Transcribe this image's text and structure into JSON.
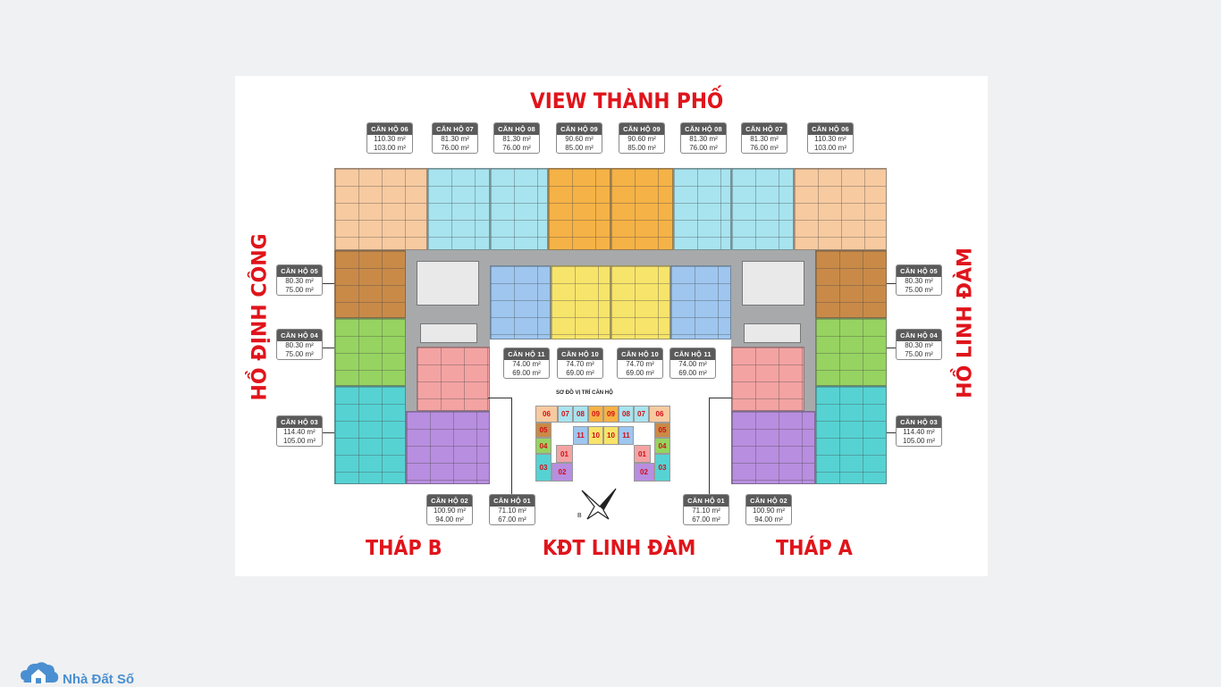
{
  "titles": {
    "top": "VIEW THÀNH PHỐ",
    "left": "HỒ ĐỊNH CÔNG",
    "right": "HỒ LINH ĐÀM",
    "tower_b": "THÁP B",
    "bottom_center": "KĐT LINH ĐÀM",
    "tower_a": "THÁP A"
  },
  "cards": [
    {
      "name": "CĂN HỘ 06",
      "area1": "110.30 m²",
      "area2": "103.00 m²"
    },
    {
      "name": "CĂN HỘ 07",
      "area1": "81.30 m²",
      "area2": "76.00 m²"
    },
    {
      "name": "CĂN HỘ 08",
      "area1": "81.30 m²",
      "area2": "76.00 m²"
    },
    {
      "name": "CĂN HỘ 09",
      "area1": "90.60 m²",
      "area2": "85.00 m²"
    },
    {
      "name": "CĂN HỘ 09",
      "area1": "90.60 m²",
      "area2": "85.00 m²"
    },
    {
      "name": "CĂN HỘ 08",
      "area1": "81.30 m²",
      "area2": "76.00 m²"
    },
    {
      "name": "CĂN HỘ 07",
      "area1": "81.30 m²",
      "area2": "76.00 m²"
    },
    {
      "name": "CĂN HỘ 06",
      "area1": "110.30 m²",
      "area2": "103.00 m²"
    },
    {
      "name": "CĂN HỘ 05",
      "area1": "80.30 m²",
      "area2": "75.00 m²"
    },
    {
      "name": "CĂN HỘ 04",
      "area1": "80.30 m²",
      "area2": "75.00 m²"
    },
    {
      "name": "CĂN HỘ 03",
      "area1": "114.40 m²",
      "area2": "105.00 m²"
    },
    {
      "name": "CĂN HỘ 05",
      "area1": "80.30 m²",
      "area2": "75.00 m²"
    },
    {
      "name": "CĂN HỘ 04",
      "area1": "80.30 m²",
      "area2": "75.00 m²"
    },
    {
      "name": "CĂN HỘ 03",
      "area1": "114.40 m²",
      "area2": "105.00 m²"
    },
    {
      "name": "CĂN HỘ 11",
      "area1": "74.00 m²",
      "area2": "69.00 m²"
    },
    {
      "name": "CĂN HỘ 10",
      "area1": "74.70 m²",
      "area2": "69.00 m²"
    },
    {
      "name": "CĂN HỘ 10",
      "area1": "74.70 m²",
      "area2": "69.00 m²"
    },
    {
      "name": "CĂN HỘ 11",
      "area1": "74.00 m²",
      "area2": "69.00 m²"
    },
    {
      "name": "CĂN HỘ 02",
      "area1": "100.90 m²",
      "area2": "94.00 m²"
    },
    {
      "name": "CĂN HỘ 01",
      "area1": "71.10 m²",
      "area2": "67.00 m²"
    },
    {
      "name": "CĂN HỘ 01",
      "area1": "71.10 m²",
      "area2": "67.00 m²"
    },
    {
      "name": "CĂN HỘ 02",
      "area1": "100.90 m²",
      "area2": "94.00 m²"
    }
  ],
  "mini_map": {
    "title": "SƠ ĐỒ VỊ TRÍ CĂN HỘ",
    "cells": [
      "06",
      "07",
      "08",
      "09",
      "09",
      "08",
      "07",
      "06",
      "05",
      "04",
      "03",
      "11",
      "10",
      "10",
      "11",
      "01",
      "02",
      "05",
      "04",
      "03",
      "01",
      "02"
    ]
  },
  "compass_label": "B",
  "logo": {
    "text": "Nhà Đất Số"
  },
  "colors": {
    "heading_red": "#e0141b",
    "apt_peach": "#f7caa0",
    "apt_cyan": "#a7e4ef",
    "apt_orange": "#f5b246",
    "apt_brown": "#c98a48",
    "apt_green": "#96d361",
    "apt_teal": "#56d2d3",
    "apt_purple": "#b88ee0",
    "apt_pink": "#f4a3a3",
    "apt_blue": "#9ec6ef",
    "apt_yellow": "#f7e46a",
    "core_gray": "#a7a9ab"
  }
}
